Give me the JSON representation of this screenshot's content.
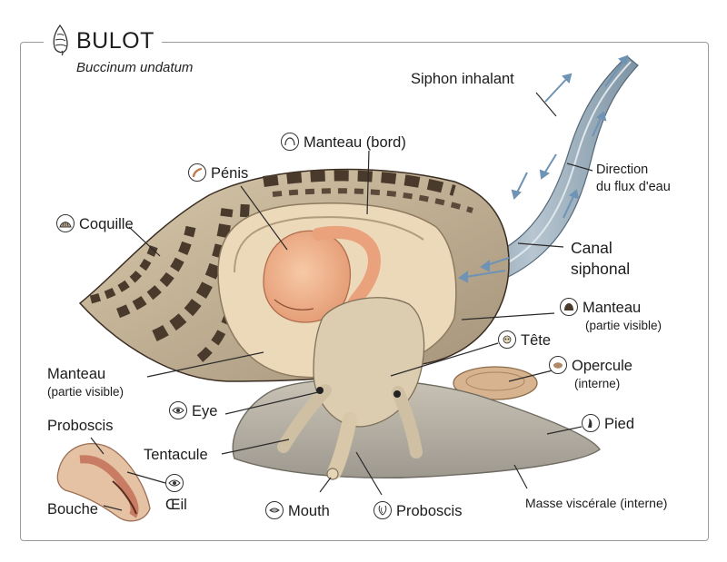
{
  "header": {
    "title": "BULOT",
    "subtitle": "Buccinum undatum"
  },
  "labels": {
    "siphon_inhalant": "Siphon inhalant",
    "manteau_bord": "Manteau (bord)",
    "penis": "Pénis",
    "direction_line1": "Direction",
    "direction_line2": "du flux d'eau",
    "coquille": "Coquille",
    "canal_line1": "Canal",
    "canal_line2": "siphonal",
    "manteau_right_line1": "Manteau",
    "manteau_right_line2": "(partie visible)",
    "tete": "Tête",
    "manteau_left_line1": "Manteau",
    "manteau_left_line2": "(partie visible)",
    "opercule_line1": "Opercule",
    "opercule_line2": "(interne)",
    "eye": "Eye",
    "pied": "Pied",
    "proboscis_inset": "Proboscis",
    "tentacule": "Tentacule",
    "oeil": "Œil",
    "bouche": "Bouche",
    "mouth": "Mouth",
    "proboscis": "Proboscis",
    "masse_viscerale": "Masse viscérale (interne)"
  },
  "icons": {
    "title": "shell-icon",
    "manteau_bord": "mantle-edge-icon",
    "penis": "penis-icon",
    "coquille": "shell-icon",
    "manteau_right": "mantle-icon",
    "tete": "head-icon",
    "opercule": "operculum-icon",
    "eye": "eye-icon",
    "pied": "foot-icon",
    "oeil": "eye-icon",
    "mouth": "mouth-icon",
    "proboscis": "proboscis-icon"
  },
  "colors": {
    "shell_dark": "#4a3a2c",
    "shell_light": "#c9b89c",
    "mantle": "#e9d5b5",
    "penis": "#f0b48e",
    "body": "#cfc4ad",
    "foot": "#b9b5ab",
    "siphon": "#8da2b1",
    "arrow": "#6f93b5",
    "leader": "#2a2a2a"
  }
}
